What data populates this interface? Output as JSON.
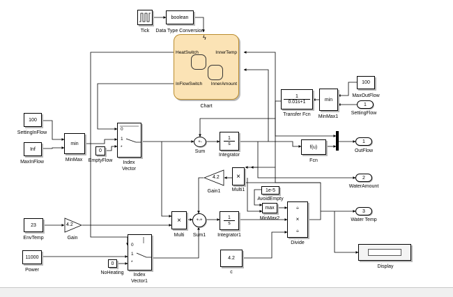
{
  "blocks": {
    "tick": {
      "label": "Tick",
      "icon": "pulse-generator-icon"
    },
    "data_type_conversion": {
      "value": "boolean",
      "label": "Data Type Conversion"
    },
    "chart": {
      "label": "Chart",
      "icon": "lightning-icon",
      "ports": {
        "heat_switch": "HeatSwitch",
        "inner_temp": "InnerTemp",
        "inflow_switch": "InFlowSwitch",
        "inner_amount": "InnerAmount"
      }
    },
    "setting_inflow": {
      "value": "100",
      "label": "SettingInFlow"
    },
    "max_inflow": {
      "value": "Inf",
      "label": "MaxInFlow"
    },
    "minmax": {
      "value": "min",
      "label": "MinMax"
    },
    "empty_flow": {
      "value": "0",
      "label": "EmptyFlow"
    },
    "index_vector": {
      "label": "Index\nVector",
      "ports": [
        "0",
        "1",
        "*"
      ]
    },
    "sum": {
      "label": "Sum",
      "signs": "+-"
    },
    "integrator": {
      "num": "1",
      "den": "s",
      "label": "Integrator"
    },
    "transfer_fcn": {
      "num": "1",
      "den": "0.01s+1",
      "label": "Transfer Fcn"
    },
    "minmax1": {
      "value": "min",
      "label": "MinMax1"
    },
    "max_outflow": {
      "value": "100",
      "label": "MaxOutFlow"
    },
    "setting_flow": {
      "value": "1",
      "label": "SettingFlow"
    },
    "fcn": {
      "value": "f(u)",
      "label": "Fcn"
    },
    "outflow": {
      "value": "1",
      "label": "OutFlow"
    },
    "water_amount": {
      "value": "2",
      "label": "WaterAmount"
    },
    "gain1": {
      "value": "4.2",
      "label": "Gain1"
    },
    "multi1": {
      "value": "×",
      "label": "Multi1"
    },
    "avoid_empty": {
      "value": "1e-5",
      "label": "AvoidEmpty"
    },
    "minmax2": {
      "value": "max",
      "label": "MinMax2"
    },
    "divide": {
      "label": "Divide",
      "ops": [
        "÷",
        "×",
        "÷"
      ]
    },
    "water_temp": {
      "value": "3",
      "label": "Water Temp"
    },
    "env_temp": {
      "value": "23",
      "label": "EnvTemp"
    },
    "gain": {
      "value": "4.2",
      "label": "Gain"
    },
    "multi": {
      "value": "×",
      "label": "Multi"
    },
    "sum1": {
      "label": "Sum1",
      "signs": "+-+"
    },
    "integrator1": {
      "num": "1",
      "den": "s",
      "label": "Integrator1"
    },
    "c": {
      "value": "4.2",
      "label": "c"
    },
    "display": {
      "label": "Display"
    },
    "power": {
      "value": "11000",
      "label": "Power"
    },
    "no_heating": {
      "value": "0",
      "label": "NoHeating"
    },
    "index_vector1": {
      "label": "Index\nVector1",
      "ports": [
        "0",
        "1",
        "*"
      ]
    }
  },
  "colors": {
    "chart_fill": "#fbe3b5",
    "chart_border": "#b98b2c",
    "line": "#000000",
    "shadow": "#b9b9b9"
  }
}
